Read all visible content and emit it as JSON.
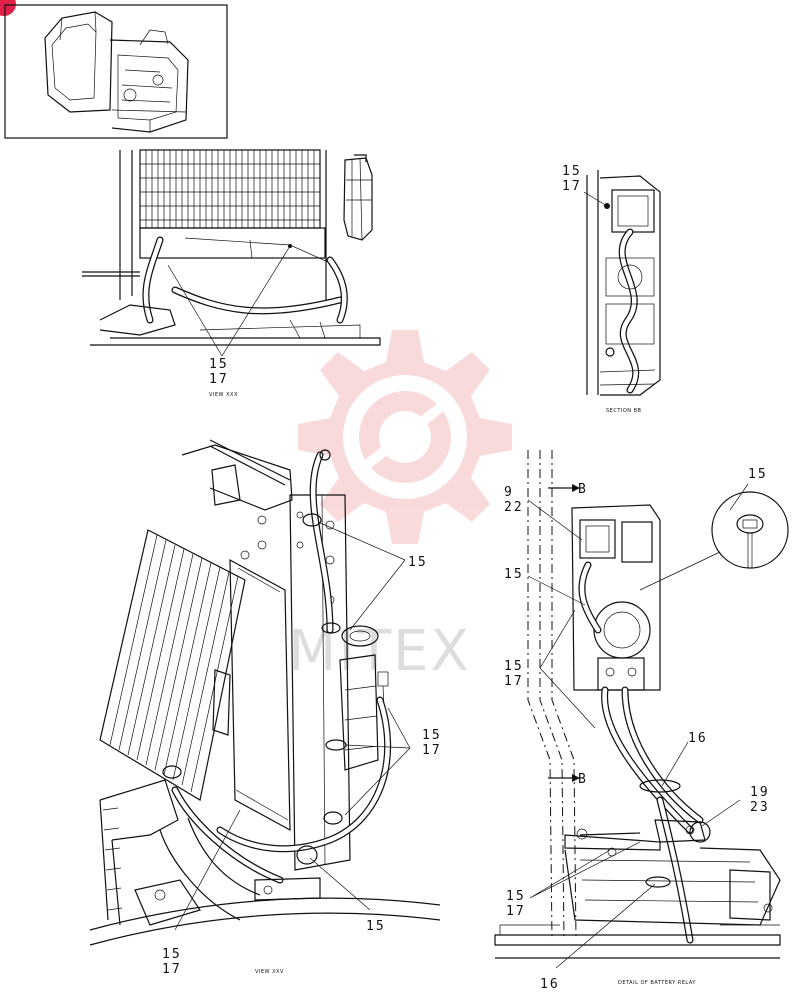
{
  "page_badge": "",
  "watermark": {
    "text": "MITEX"
  },
  "views": {
    "view_xxx": {
      "caption": "VIEW XXX",
      "callouts": [
        {
          "num": "15",
          "num2": "17"
        }
      ]
    },
    "section_bb": {
      "caption": "SECTION BB",
      "callouts": [
        {
          "num": "15",
          "num2": "17"
        }
      ]
    },
    "view_xxv": {
      "caption": "VIEW XXV",
      "callouts": [
        {
          "num": "15"
        },
        {
          "num": "15",
          "num2": "17"
        },
        {
          "num": "15"
        },
        {
          "num": "15",
          "num2": "17"
        }
      ]
    },
    "detail_battery_relay": {
      "caption": "DETAIL OF BATTERY RELAY",
      "section_markers": [
        "B",
        "B"
      ],
      "callouts": [
        {
          "num": "9",
          "num2": "22"
        },
        {
          "num": "15"
        },
        {
          "num": "15",
          "num2": "17"
        },
        {
          "num": "15"
        },
        {
          "num": "16"
        },
        {
          "num": "19",
          "num2": "23"
        },
        {
          "num": "15",
          "num2": "17"
        },
        {
          "num": "16"
        }
      ]
    }
  }
}
